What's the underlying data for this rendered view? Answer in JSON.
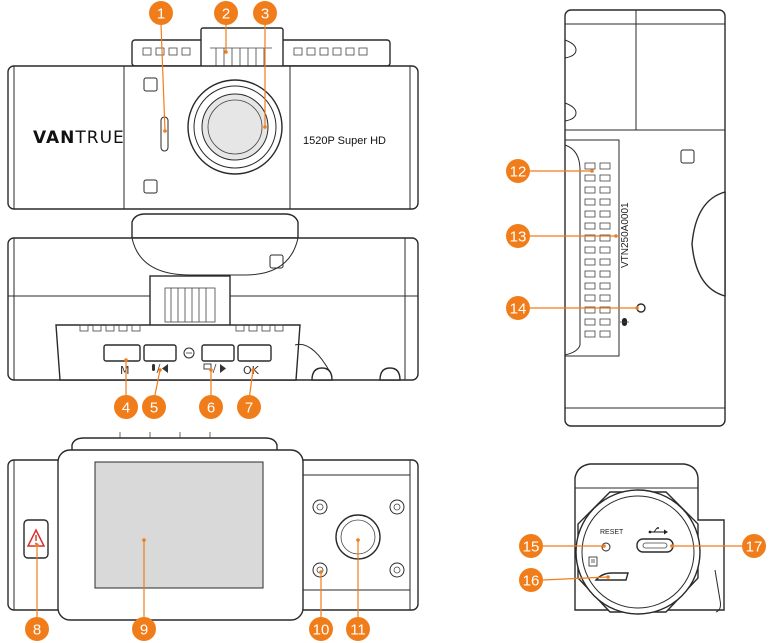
{
  "camera": {
    "brand_bold": "VAN",
    "brand_light": "TRUE",
    "resolution_label": "1520P Super HD",
    "serial_number": "VTN250A0001",
    "reset_label": "RESET"
  },
  "buttons": {
    "m_label": "M",
    "ok_label": "OK"
  },
  "callouts": [
    "1",
    "2",
    "3",
    "4",
    "5",
    "6",
    "7",
    "8",
    "9",
    "10",
    "11",
    "12",
    "13",
    "14",
    "15",
    "16",
    "17"
  ],
  "colors": {
    "accent": "#f07d1a",
    "warning": "#d9302c"
  }
}
